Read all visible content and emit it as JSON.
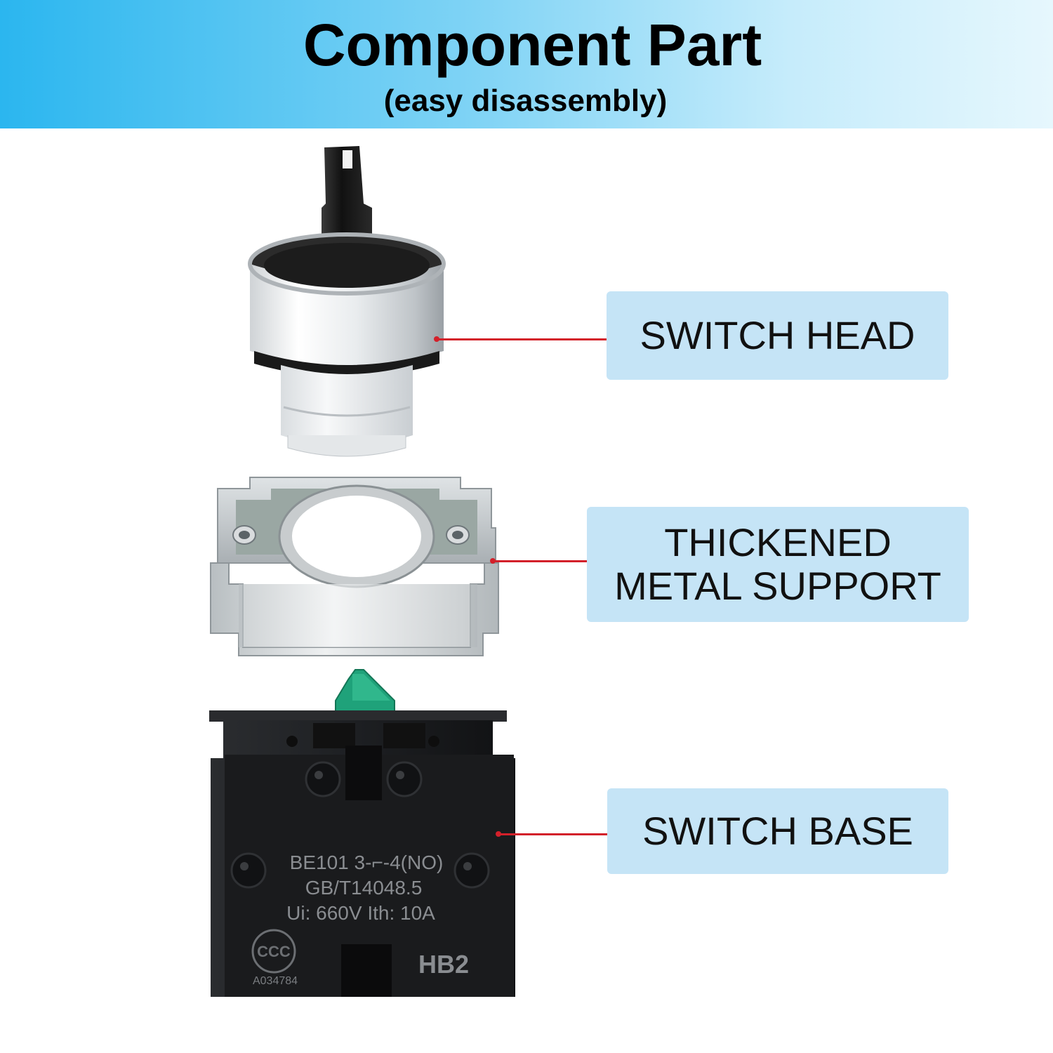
{
  "header": {
    "title": "Component Part",
    "subtitle": "(easy disassembly)"
  },
  "callouts": {
    "switch_head": "SWITCH HEAD",
    "metal_support_line1": "THICKENED",
    "metal_support_line2": "METAL SUPPORT",
    "switch_base": "SWITCH BASE"
  },
  "base_markings": {
    "line1": "BE101 3-⌐-4(NO)",
    "line2": "GB/T14048.5",
    "line3": "Ui: 660V  Ith: 10A",
    "ccc_mark": "CCC",
    "code": "A034784",
    "model": "HB2"
  },
  "colors": {
    "header_start": "#2bb6ef",
    "callout_bg": "#c5e4f6",
    "leader": "#d3202a",
    "plunger": "#1fa27a"
  }
}
